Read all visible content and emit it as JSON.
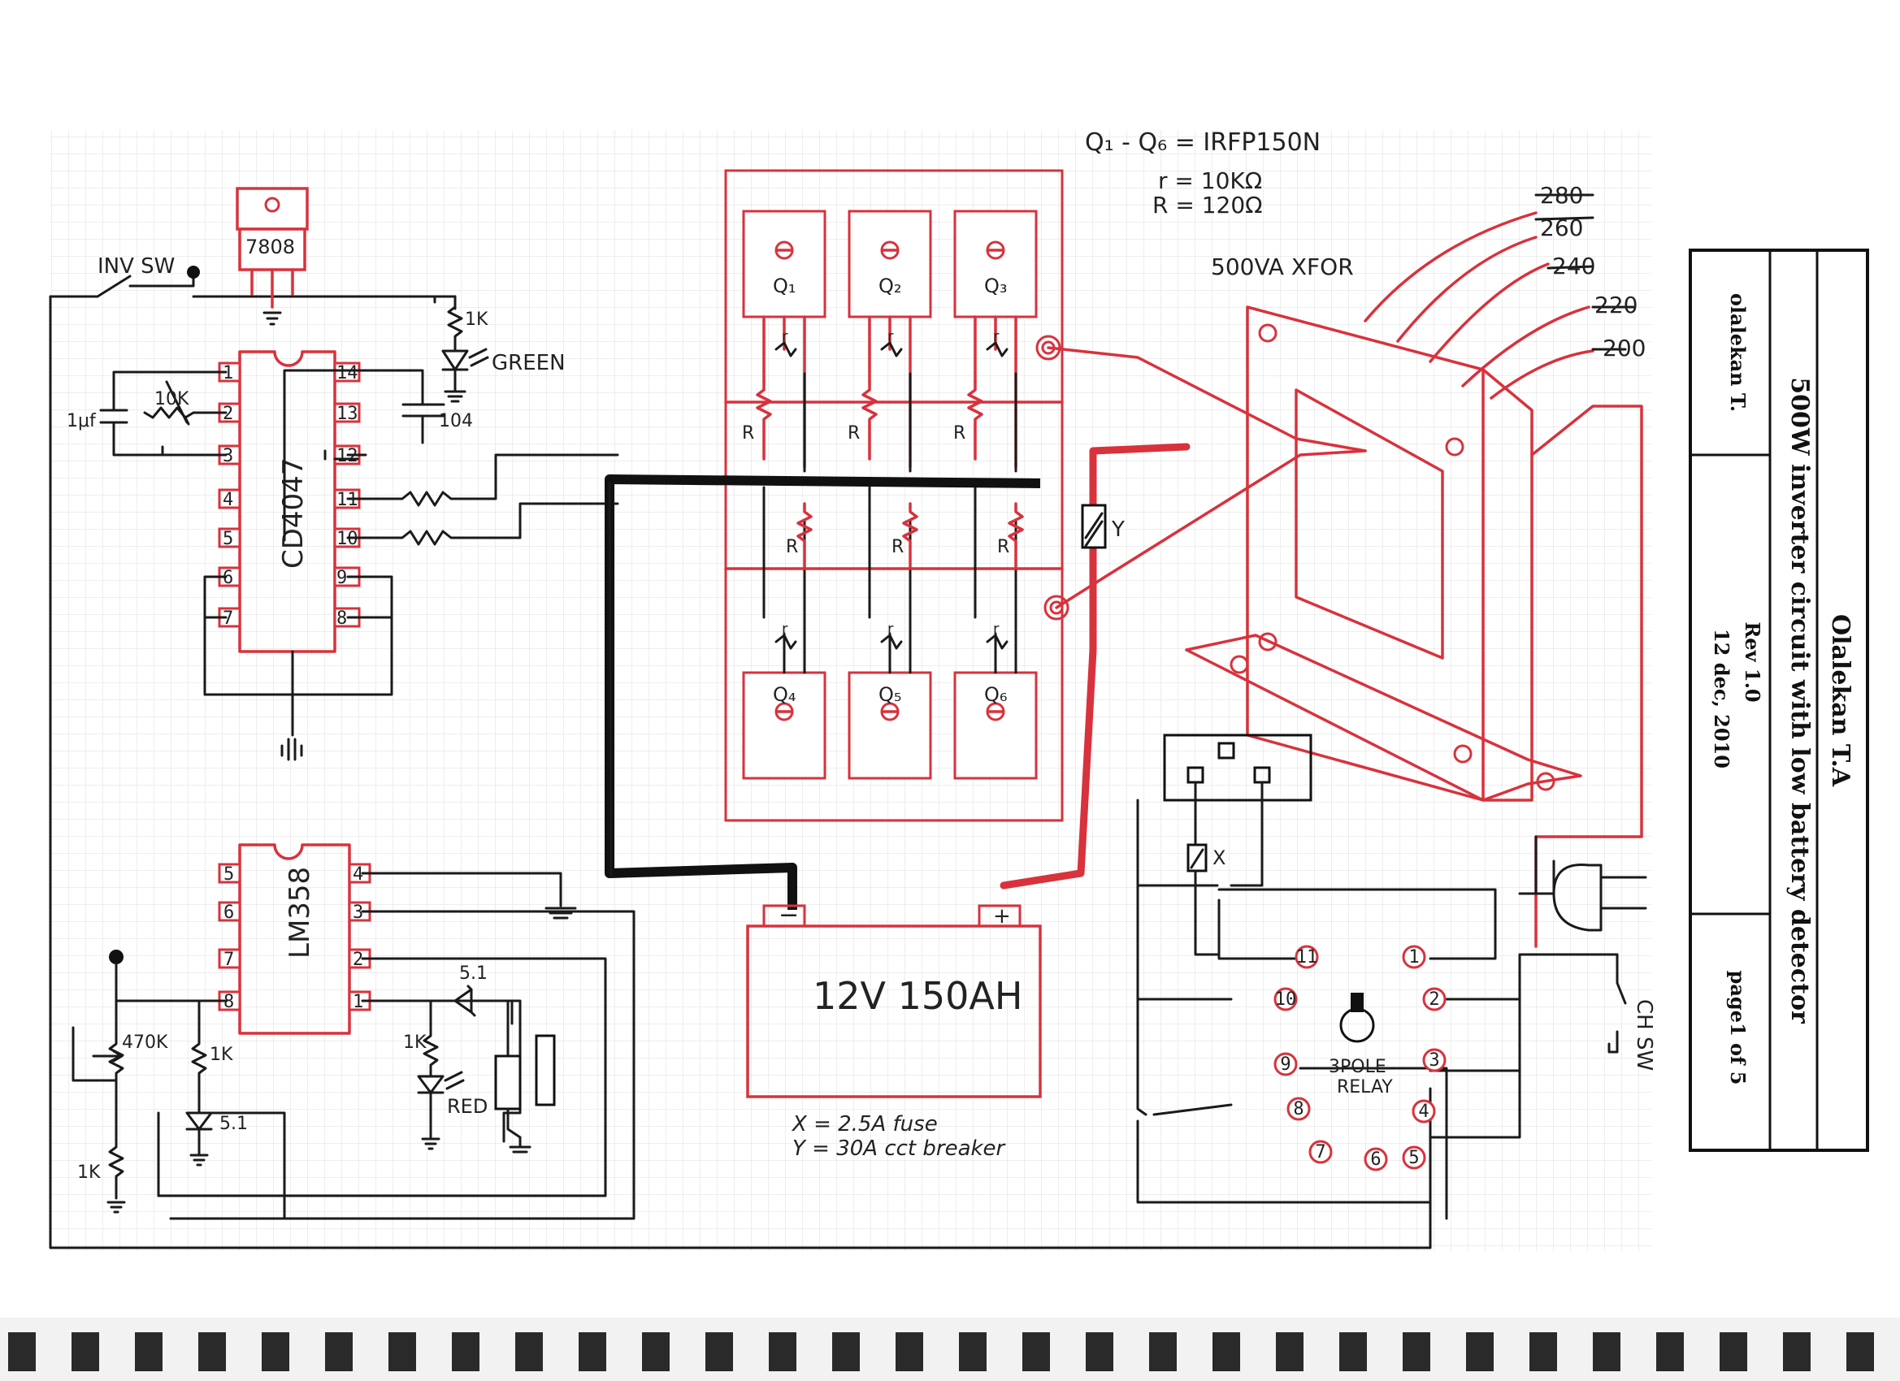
{
  "title_block": {
    "author_name": "Olalekan T.A",
    "title": "500W inverter circuit with low battery detector",
    "drawn_by": "olalekan T.",
    "revision": "Rev 1.0",
    "date": "12 dec, 2010",
    "page": "page1 of 5"
  },
  "notes": {
    "transistors": "Q₁ - Q₆ = IRFP150N",
    "r_value": "r = 10KΩ",
    "R_value": "R = 120Ω",
    "fuse_note": "X = 2.5A fuse",
    "breaker_note": "Y = 30A cct breaker"
  },
  "components": {
    "regulator": "7808",
    "inv_switch": "INV SW",
    "resistor_1k": "1K",
    "led_green": "GREEN",
    "cap_104": "104",
    "cap_1u": "1μf",
    "pot_10k": "10K",
    "ic_4047": "CD4047",
    "ic_358": "LM358",
    "pot_470k": "470K",
    "res_1k_a": "1K",
    "res_1k_b": "1K",
    "res_1k_c": "1K",
    "zener_a": "5.1",
    "zener_b": "5.1",
    "led_red": "RED",
    "battery": "12V 150AH",
    "batt_neg": "−",
    "batt_pos": "+",
    "transformer": "500VA XFOR",
    "relay": "3POLE\nRELAY",
    "relay_line1": "3POLE",
    "relay_line2": "RELAY",
    "ch_switch": "CH SW",
    "fuse_x": "X",
    "breaker_y": "Y"
  },
  "mosfets": [
    "Q₁",
    "Q₂",
    "Q₃",
    "Q₄",
    "Q₅",
    "Q₆"
  ],
  "gate_r": "r",
  "source_R": "R",
  "taps": [
    "280",
    "260",
    "240",
    "220",
    "200"
  ],
  "cd4047_left_pins": [
    "1",
    "2",
    "3",
    "4",
    "5",
    "6",
    "7"
  ],
  "cd4047_right_pins": [
    "14",
    "13",
    "12",
    "11",
    "10",
    "9",
    "8"
  ],
  "lm358_left_pins": [
    "5",
    "6",
    "7",
    "8"
  ],
  "lm358_right_pins": [
    "4",
    "3",
    "2",
    "1"
  ],
  "relay_pins": [
    "1",
    "2",
    "3",
    "4",
    "5",
    "6",
    "7",
    "8",
    "9",
    "10",
    "11"
  ],
  "colors": {
    "ink": "#1a1a1a",
    "red_ink": "#d8323c",
    "grid": "#dcdcdc",
    "paper": "#ffffff"
  }
}
